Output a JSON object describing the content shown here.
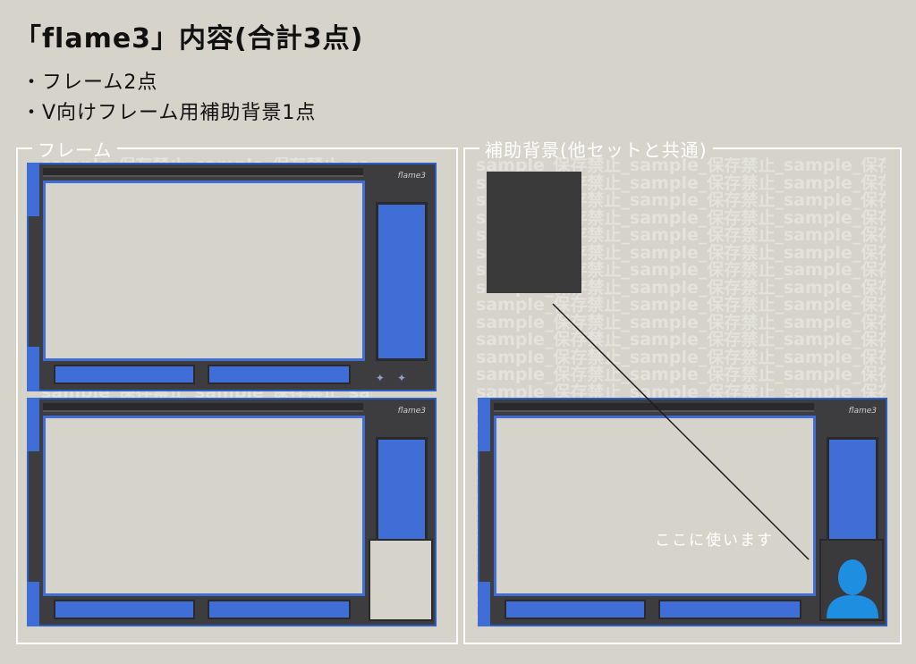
{
  "heading": {
    "title": "「flame3」内容(合計3点)",
    "bullets": [
      "・フレーム2点",
      "・V向けフレーム用補助背景1点"
    ]
  },
  "panels": {
    "left_label": "フレーム",
    "right_label": "補助背景(他セットと共通)"
  },
  "preview": {
    "note": "ここに使います"
  },
  "watermark": "sample_保存禁止_",
  "logo_text": "flame3",
  "colors": {
    "background": "#d6d4ca",
    "frame_blue": "#3f6fd6",
    "frame_dark": "#3d3d40",
    "panel_border": "#ffffff",
    "avatar": "#1e8fe0"
  },
  "icons": [
    "person-silhouette-icon",
    "star-icon"
  ]
}
